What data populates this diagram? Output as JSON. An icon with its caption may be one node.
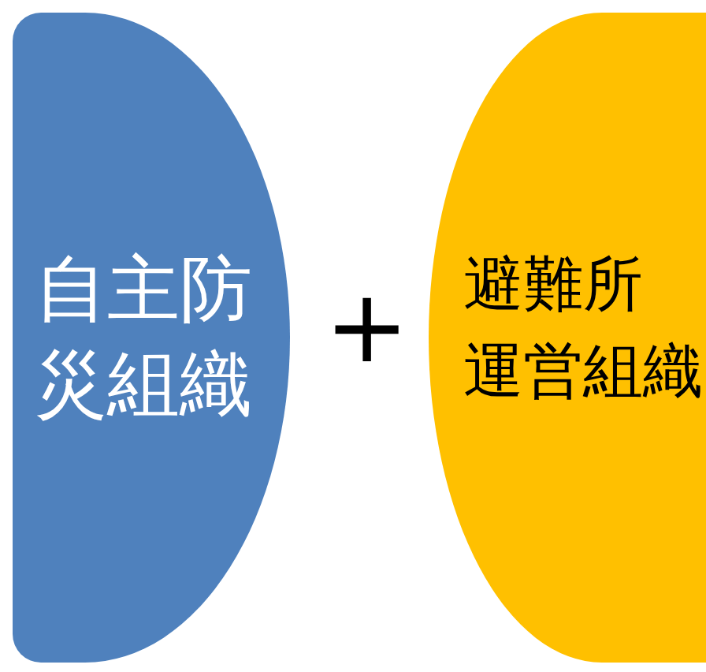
{
  "diagram": {
    "nodes": [
      {
        "text": [
          "自主防災組織"
        ]
      },
      {
        "text": [
          "避難所",
          "運営組織"
        ]
      }
    ],
    "labels": [
      "+"
    ]
  }
}
